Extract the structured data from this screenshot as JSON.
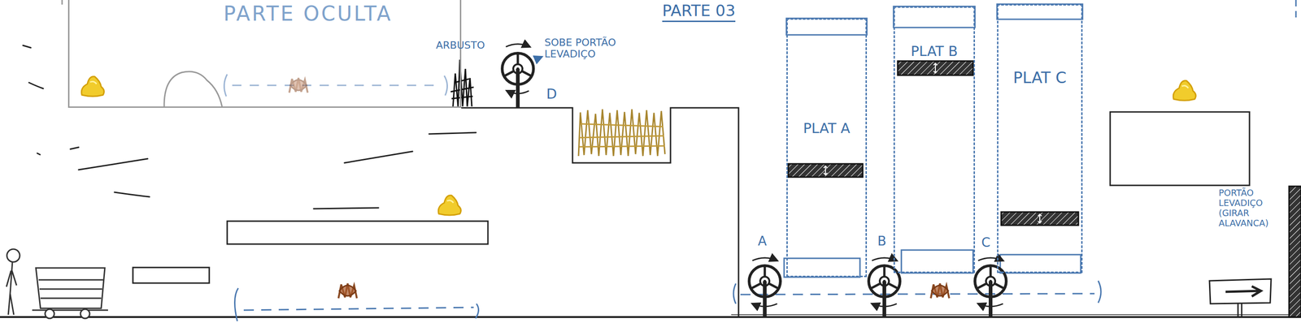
{
  "diagram": {
    "nodes": [
      {
        "text": [
          "PARTE OCULTA"
        ]
      },
      {
        "text": [
          "PLAT A"
        ]
      },
      {
        "text": [
          "PLAT B"
        ]
      },
      {
        "text": [
          "PLAT C"
        ]
      }
    ],
    "labels": [
      "PARTE 03",
      "ARBUSTO",
      "SOBE PORTÃO LEVADIÇO",
      "D",
      "A",
      "B",
      "C",
      "PORTÃO LEVADIÇO (GIRAR ALAVANCA)"
    ]
  }
}
